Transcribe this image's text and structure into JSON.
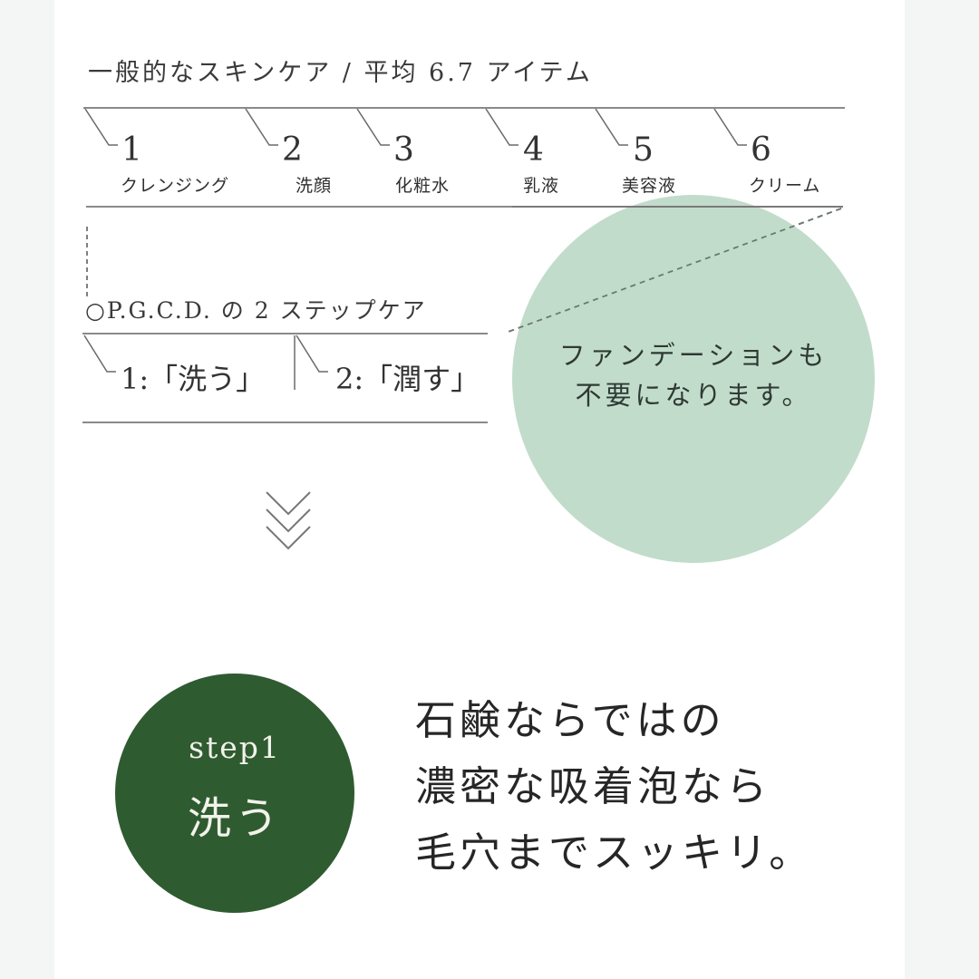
{
  "general": {
    "title": "一般的なスキンケア / 平均 6.7 アイテム",
    "steps": [
      {
        "num": "1",
        "label": "クレンジング"
      },
      {
        "num": "2",
        "label": "洗顔"
      },
      {
        "num": "3",
        "label": "化粧水"
      },
      {
        "num": "4",
        "label": "乳液"
      },
      {
        "num": "5",
        "label": "美容液"
      },
      {
        "num": "6",
        "label": "クリーム"
      }
    ]
  },
  "pgcd": {
    "title": "○P.G.C.D. の 2 ステップケア",
    "steps": [
      {
        "label": "1:「洗う」"
      },
      {
        "label": "2:「潤す」"
      }
    ]
  },
  "callout": {
    "line1": "ファンデーションも",
    "line2": "不要になります。",
    "color": "#c2dccb"
  },
  "arrow_icon": "triple-chevron-down",
  "step_badge": {
    "label": "step1",
    "title": "洗う",
    "color": "#2f5b31"
  },
  "headline": {
    "line1": "石鹸ならではの",
    "line2": "濃密な吸着泡なら",
    "line3": "毛穴までスッキリ。"
  }
}
